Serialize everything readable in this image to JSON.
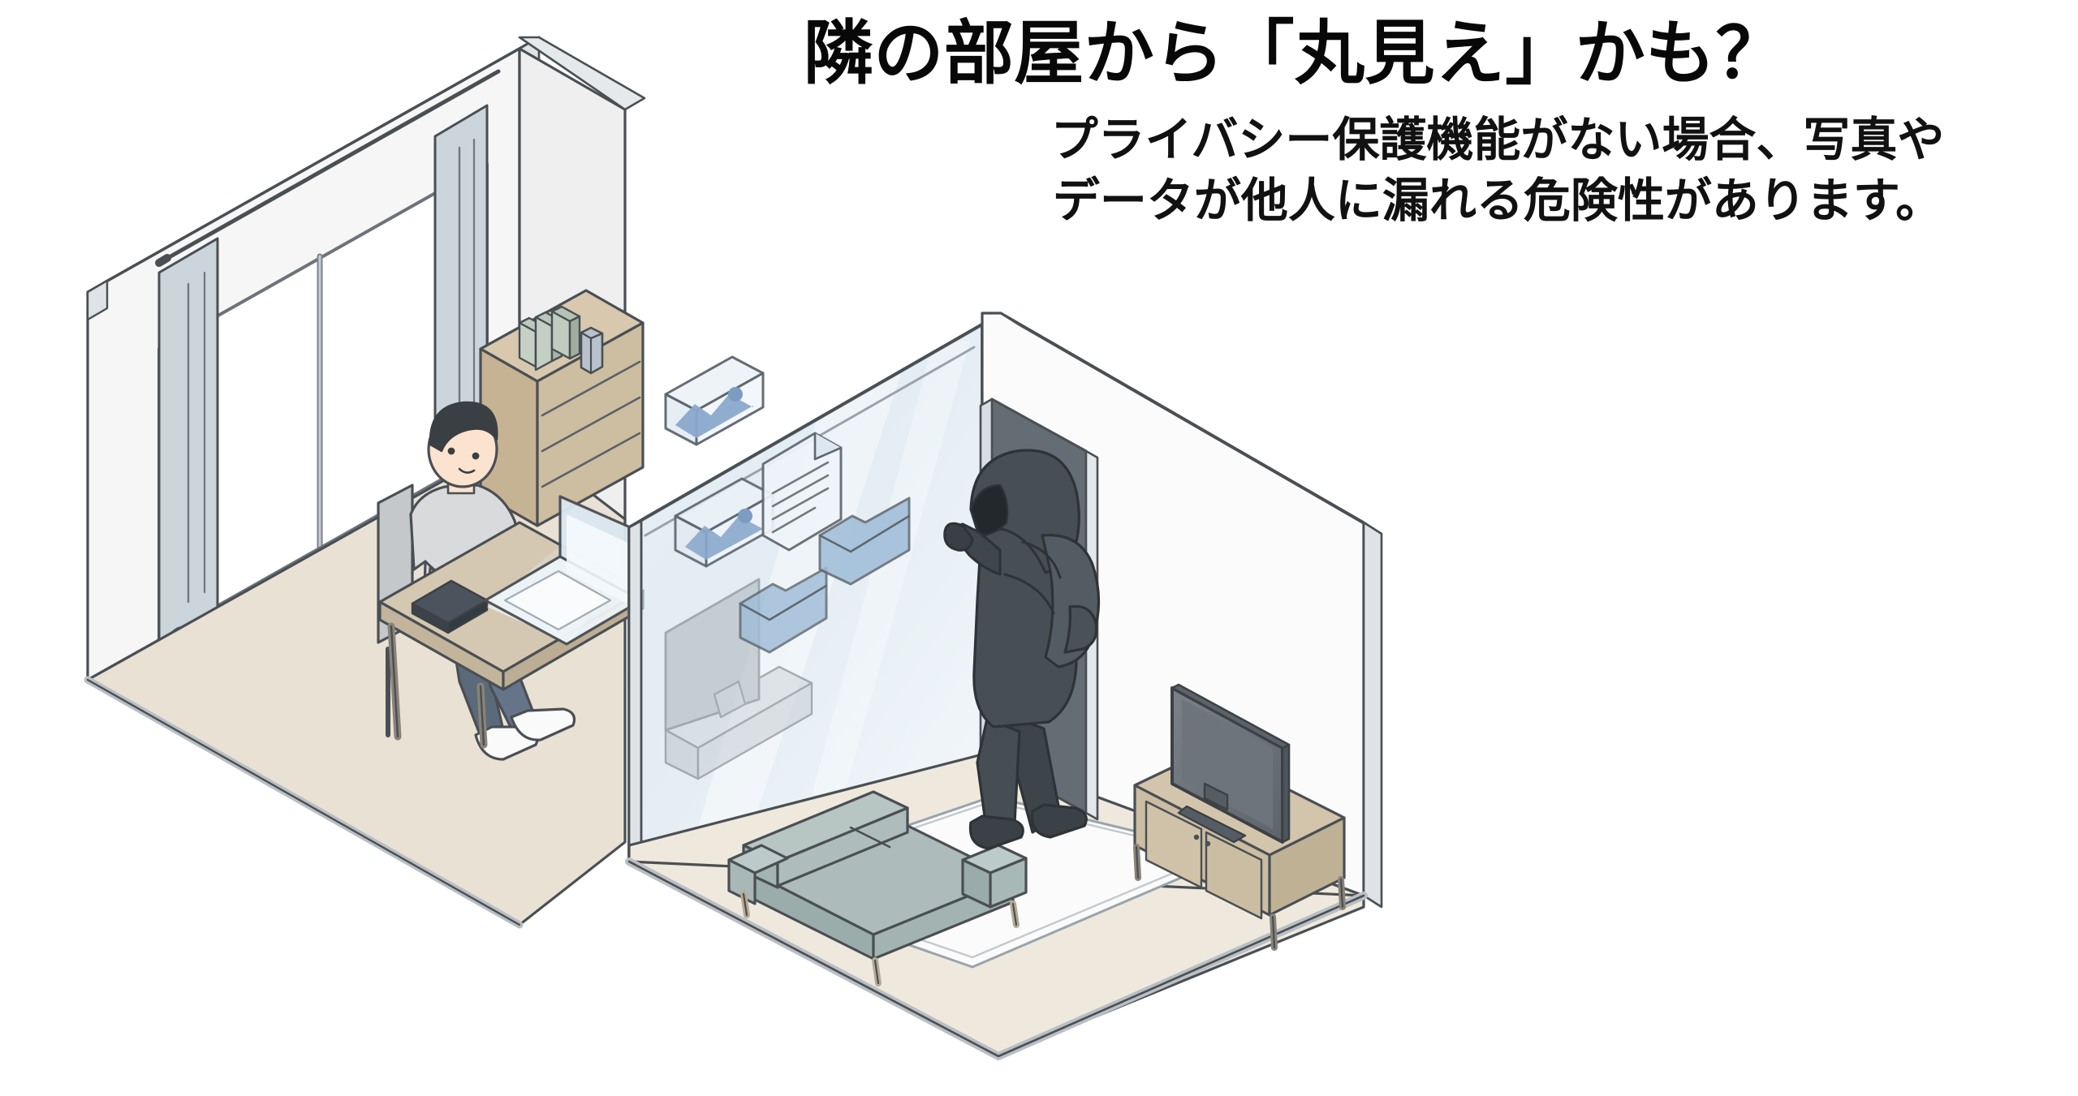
{
  "headline": "隣の部屋から「丸見え」かも？",
  "subtitle": {
    "line1": "プライバシー保護機能がない場合、写真や",
    "line2": "データが他人に漏れる危険性があります。"
  },
  "illustration": {
    "description": "アイソメトリック図：隣接する2部屋。左の部屋でノートパソコンを使う人物、右の部屋からガラス壁越しに覗くフード姿の不審者。ガラス壁に写真・書類・フォルダのアイコンが浮かぶ。",
    "scene_items": [
      {
        "name": "window-wall",
        "label": "窓"
      },
      {
        "name": "curtain",
        "label": "カーテン"
      },
      {
        "name": "dresser",
        "label": "チェスト"
      },
      {
        "name": "books",
        "label": "本"
      },
      {
        "name": "vase",
        "label": "花瓶"
      },
      {
        "name": "desk",
        "label": "デスク"
      },
      {
        "name": "chair",
        "label": "椅子"
      },
      {
        "name": "laptop",
        "label": "ノートパソコン"
      },
      {
        "name": "smartphone",
        "label": "スマートフォン"
      },
      {
        "name": "person-at-laptop",
        "label": "パソコンを使う人"
      },
      {
        "name": "glass-partition",
        "label": "ガラスの間仕切り壁"
      },
      {
        "name": "photo-icon",
        "label": "写真アイコン"
      },
      {
        "name": "document-icon",
        "label": "書類アイコン"
      },
      {
        "name": "folder-icon",
        "label": "フォルダアイコン"
      },
      {
        "name": "hooded-intruder",
        "label": "フードをかぶった不審者"
      },
      {
        "name": "backpack",
        "label": "リュックサック"
      },
      {
        "name": "doorway",
        "label": "出入口"
      },
      {
        "name": "sofa",
        "label": "ソファ"
      },
      {
        "name": "rug",
        "label": "ラグ"
      },
      {
        "name": "tv",
        "label": "テレビ"
      },
      {
        "name": "tv-stand",
        "label": "テレビ台"
      },
      {
        "name": "monitor",
        "label": "モニター"
      }
    ],
    "colors": {
      "background": "#ffffff",
      "wall": "#f2f2f2",
      "wall_edge": "#c9ced3",
      "floor": "#e9e1d3",
      "floor_right": "#efe9dd",
      "rug": "#fbfbfb",
      "wood": "#cdbfa6",
      "wood_dark": "#b8a98e",
      "glass": "#cfdde8",
      "glass_light": "#e2ecf3",
      "icon_blue": "#8aa9cc",
      "sofa": "#a8b8b6",
      "intruder": "#434a4f",
      "intruder_dark": "#2e3337",
      "screen": "#6d747a",
      "outline": "#3d4145",
      "skin": "#fbe3cf",
      "hair": "#3a3f44",
      "shirt": "#d9dadb",
      "jeans": "#5b6a7a",
      "shoe": "#fafafa",
      "text": "#080808"
    }
  }
}
